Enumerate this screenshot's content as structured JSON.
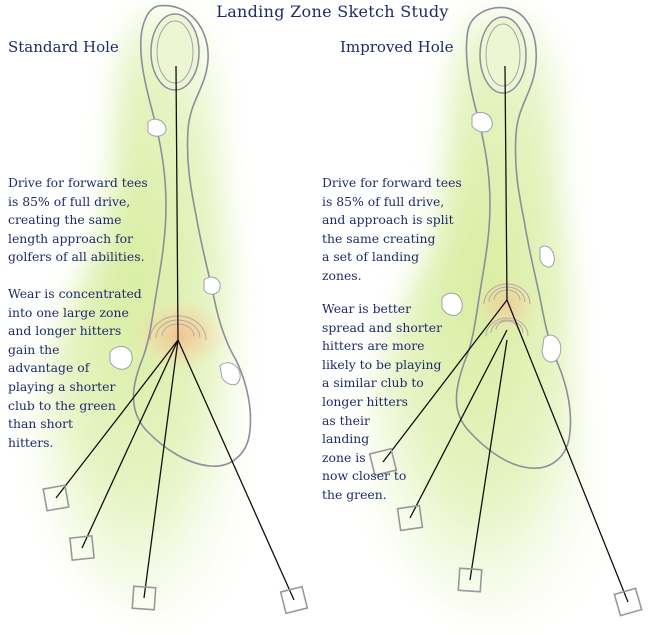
{
  "title": "Landing Zone Sketch Study",
  "colors": {
    "text": "#1f2a6b",
    "fairway": "#dcefb0",
    "fairway_light": "#eef7d6",
    "green_outline": "#8d8d9c",
    "shot_line": "#111111",
    "wear_glow": "#f4b98a",
    "bunker": "#ffffff"
  },
  "standard": {
    "label": "Standard Hole",
    "para1": [
      "Drive for forward tees",
      "is 85% of full drive,",
      "creating the same",
      "length approach for",
      "golfers of all abilities."
    ],
    "para2": [
      "Wear is concentrated",
      "into one large zone",
      "and longer hitters",
      "gain the",
      "advantage of",
      "playing a shorter",
      "club to the green",
      "than short",
      "hitters."
    ]
  },
  "improved": {
    "label": "Improved Hole",
    "para1": [
      "Drive for forward tees",
      "is 85% of full drive,",
      "and approach is split",
      "the same creating",
      "a set of landing",
      "zones."
    ],
    "para2": [
      "Wear is better",
      "spread and shorter",
      "hitters are more",
      "likely to be playing",
      "a similar club to",
      "longer hitters",
      "as their",
      "landing",
      "zone is",
      "now closer to",
      "the green."
    ]
  },
  "icons": [
    "tee-box-icon",
    "bunker-icon",
    "putting-green-icon",
    "fairway-icon"
  ]
}
